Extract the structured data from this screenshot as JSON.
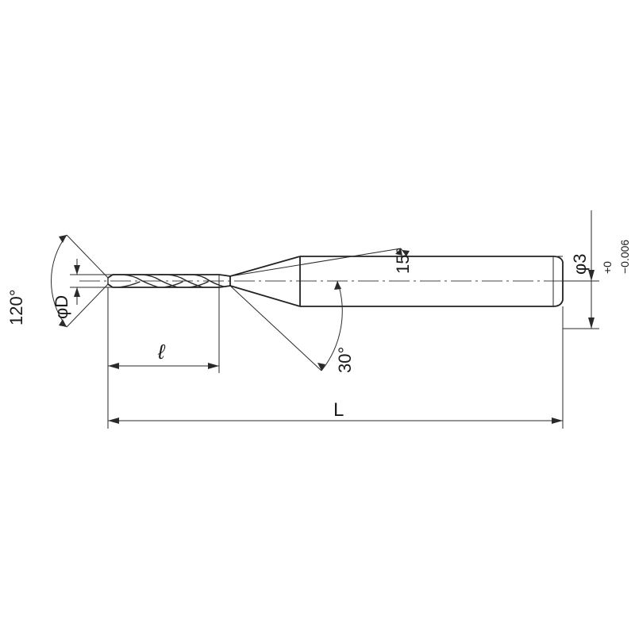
{
  "drawing": {
    "angle_point": "120°",
    "angle_taper": "15°",
    "angle_neck": "30°",
    "dim_diameter": "φD",
    "dim_flute_length": "ℓ",
    "dim_overall_length": "L",
    "dim_shank_diameter": "φ3",
    "tol_upper": "+0",
    "tol_lower": "−0.006"
  },
  "colors": {
    "line": "#2a2a2a",
    "background": "#ffffff"
  }
}
